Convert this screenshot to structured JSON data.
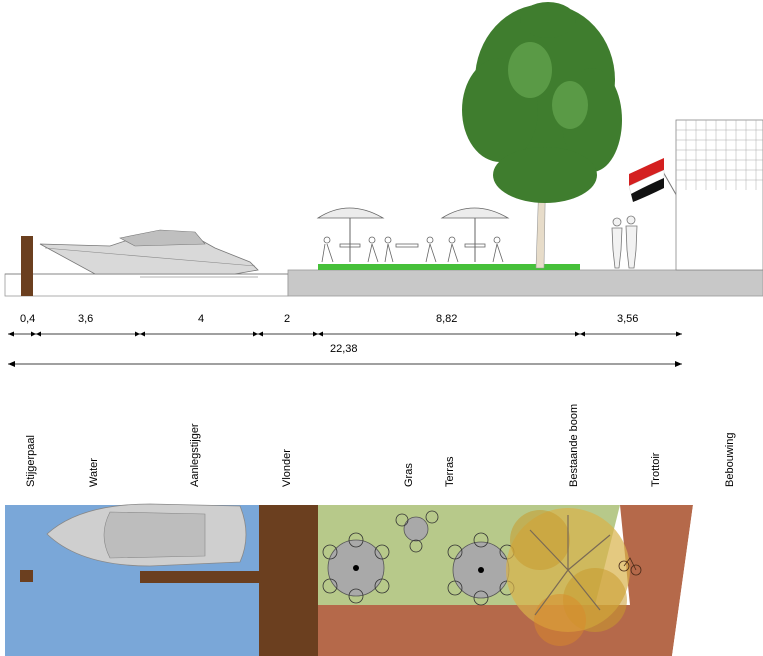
{
  "dimensions": {
    "segments": [
      "0,4",
      "3,6",
      "4",
      "2",
      "8,82",
      "3,56"
    ],
    "total": "22,38"
  },
  "zones": [
    "Stijgerpaal",
    "Water",
    "Aanlegstijger",
    "Vlonder",
    "Gras",
    "Terras",
    "Bestaande boom",
    "Trottoir",
    "Bebouwing"
  ],
  "colors": {
    "water": "#7aa7d8",
    "vlonder": "#6b3f1f",
    "gras": "#b7c98a",
    "terras": "#b5694a",
    "trottoir": "#b5694a",
    "ground_section": "#c8c8c8",
    "tree_leaves": "#3f7d2e",
    "tree_plan": "#d8b24a",
    "flag_red": "#d42020"
  }
}
